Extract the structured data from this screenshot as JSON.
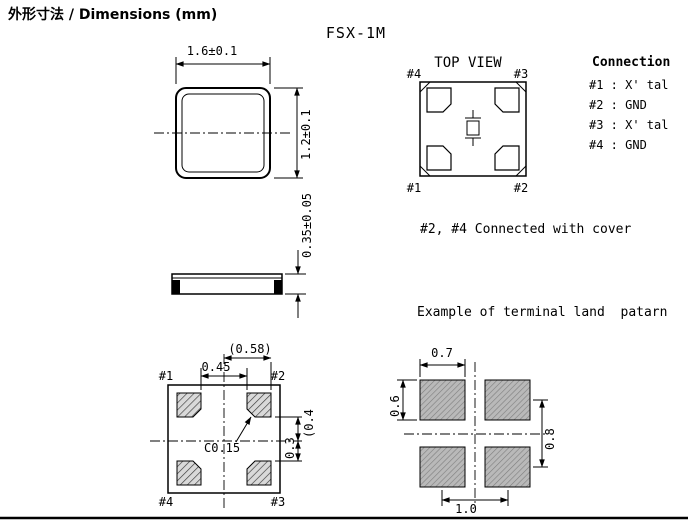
{
  "header": {
    "title": "外形寸法 / Dimensions (mm)",
    "color": "#ff00ff"
  },
  "title": "FSX-1M",
  "outline_view": {
    "dim_width": "1.6±0.1",
    "dim_height": "1.2±0.1"
  },
  "top_view": {
    "label": "TOP VIEW",
    "pin_top_left": "#4",
    "pin_top_right": "#3",
    "pin_bottom_left": "#1",
    "pin_bottom_right": "#2"
  },
  "connection": {
    "title": "Connection",
    "items": [
      "#1 : X' tal",
      "#2 : GND",
      "#3 : X' tal",
      "#4 : GND"
    ]
  },
  "side_view": {
    "dim_thickness": "0.35±0.05"
  },
  "notes": {
    "cover": "#2, #4 Connected with cover",
    "land": "Example of terminal land  patarn"
  },
  "bottom_view": {
    "pin_top_left": "#1",
    "pin_top_right": "#2",
    "pin_bottom_left": "#4",
    "pin_bottom_right": "#3",
    "dim_gap": "0.45",
    "dim_gap_ref": "(0.58)",
    "chamfer": "C0.15",
    "dim_offset": "0.3",
    "dim_pad": "(0.4"
  },
  "land_pattern": {
    "dim_pad_width": "0.7",
    "dim_pad_height": "0.6",
    "dim_pitch_vertical": "0.8",
    "dim_pitch_horizontal": "1.0"
  }
}
